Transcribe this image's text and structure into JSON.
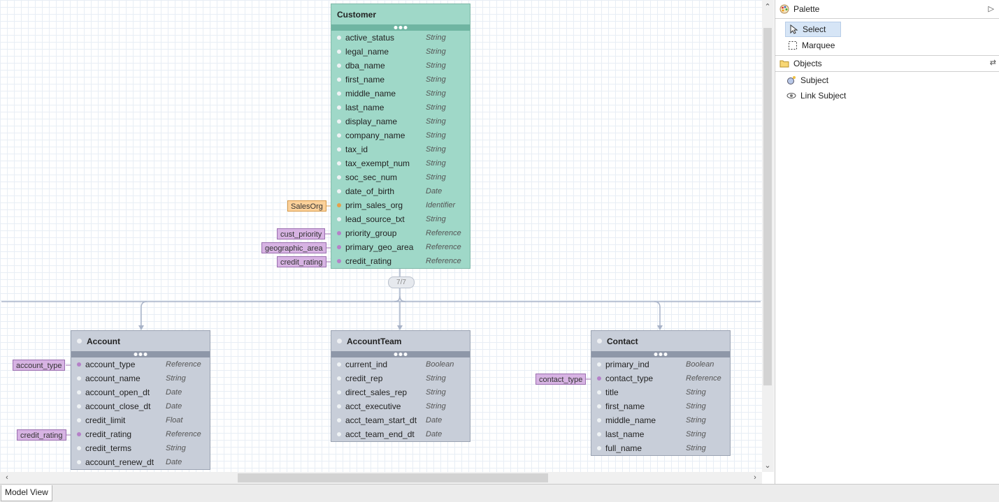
{
  "diagram": {
    "customer": {
      "title": "Customer",
      "fields": [
        {
          "name": "active_status",
          "type": "String"
        },
        {
          "name": "legal_name",
          "type": "String"
        },
        {
          "name": "dba_name",
          "type": "String"
        },
        {
          "name": "first_name",
          "type": "String"
        },
        {
          "name": "middle_name",
          "type": "String"
        },
        {
          "name": "last_name",
          "type": "String"
        },
        {
          "name": "display_name",
          "type": "String"
        },
        {
          "name": "company_name",
          "type": "String"
        },
        {
          "name": "tax_id",
          "type": "String"
        },
        {
          "name": "tax_exempt_num",
          "type": "String"
        },
        {
          "name": "soc_sec_num",
          "type": "String"
        },
        {
          "name": "date_of_birth",
          "type": "Date"
        },
        {
          "name": "prim_sales_org",
          "type": "Identifier"
        },
        {
          "name": "lead_source_txt",
          "type": "String"
        },
        {
          "name": "priority_group",
          "type": "Reference"
        },
        {
          "name": "primary_geo_area",
          "type": "Reference"
        },
        {
          "name": "credit_rating",
          "type": "Reference"
        }
      ],
      "tags": [
        "SalesOrg",
        "cust_priority",
        "geographic_area",
        "credit_rating"
      ]
    },
    "children_count": "7/7",
    "account": {
      "title": "Account",
      "fields": [
        {
          "name": "account_type",
          "type": "Reference"
        },
        {
          "name": "account_name",
          "type": "String"
        },
        {
          "name": "account_open_dt",
          "type": "Date"
        },
        {
          "name": "account_close_dt",
          "type": "Date"
        },
        {
          "name": "credit_limit",
          "type": "Float"
        },
        {
          "name": "credit_rating",
          "type": "Reference"
        },
        {
          "name": "credit_terms",
          "type": "String"
        },
        {
          "name": "account_renew_dt",
          "type": "Date"
        }
      ],
      "tags": [
        "account_type",
        "credit_rating"
      ]
    },
    "account_team": {
      "title": "AccountTeam",
      "fields": [
        {
          "name": "current_ind",
          "type": "Boolean"
        },
        {
          "name": "credit_rep",
          "type": "String"
        },
        {
          "name": "direct_sales_rep",
          "type": "String"
        },
        {
          "name": "acct_executive",
          "type": "String"
        },
        {
          "name": "acct_team_start_dt",
          "type": "Date"
        },
        {
          "name": "acct_team_end_dt",
          "type": "Date"
        }
      ]
    },
    "contact": {
      "title": "Contact",
      "fields": [
        {
          "name": "primary_ind",
          "type": "Boolean"
        },
        {
          "name": "contact_type",
          "type": "Reference"
        },
        {
          "name": "title",
          "type": "String"
        },
        {
          "name": "first_name",
          "type": "String"
        },
        {
          "name": "middle_name",
          "type": "String"
        },
        {
          "name": "last_name",
          "type": "String"
        },
        {
          "name": "full_name",
          "type": "String"
        }
      ],
      "tags": [
        "contact_type"
      ]
    }
  },
  "palette": {
    "title": "Palette",
    "tools": [
      {
        "label": "Select",
        "icon": "arrow-cursor-icon"
      },
      {
        "label": "Marquee",
        "icon": "marquee-icon"
      }
    ],
    "objects_title": "Objects",
    "objects": [
      {
        "label": "Subject",
        "icon": "subject-icon"
      },
      {
        "label": "Link Subject",
        "icon": "link-subject-icon"
      }
    ]
  },
  "tabs": [
    "Model View"
  ],
  "colors": {
    "customer_fill": "#9fd8c8",
    "entity_fill": "#c8ced9",
    "reference_tag": "#d7b3e3",
    "identifier_tag": "#fbd19a"
  }
}
